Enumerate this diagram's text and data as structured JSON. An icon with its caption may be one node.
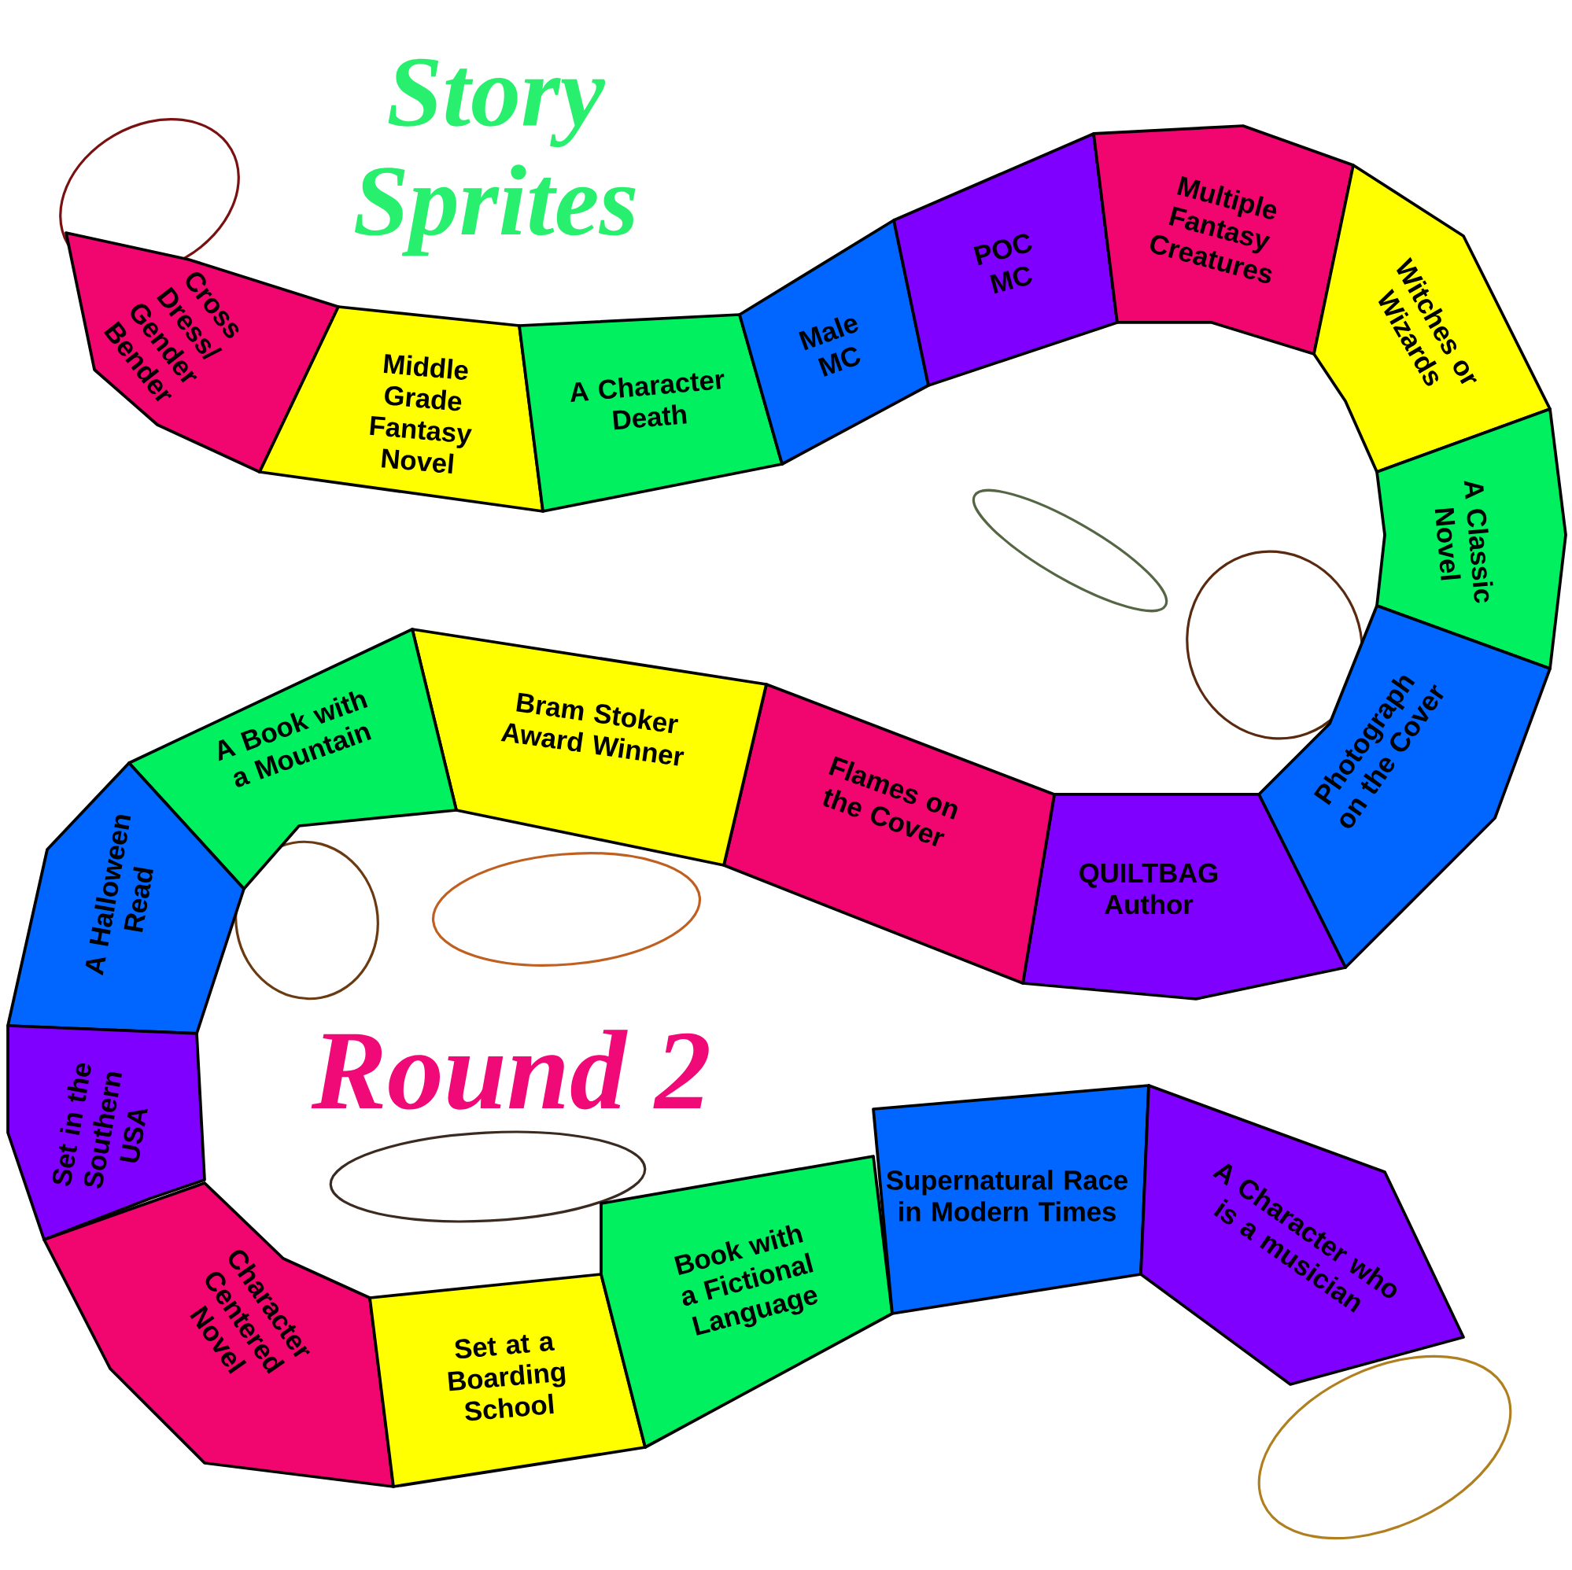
{
  "diagram": {
    "title": "Story Sprites",
    "nodes": [
      {
        "text": [
          "Cross Dress/ Gender Bender"
        ]
      },
      {
        "text": [
          "Middle Grade Fantasy Novel"
        ]
      },
      {
        "text": [
          "A Character Death"
        ]
      },
      {
        "text": [
          "Male MC"
        ]
      },
      {
        "text": [
          "POC MC"
        ]
      },
      {
        "text": [
          "Multiple Fantasy Creatures"
        ]
      },
      {
        "text": [
          "Witches or Wizards"
        ]
      },
      {
        "text": [
          "A Classic Novel"
        ]
      },
      {
        "text": [
          "Photograph on the Cover"
        ]
      },
      {
        "text": [
          "QUILTBAG Author"
        ]
      },
      {
        "text": [
          "Flames on the Cover"
        ]
      },
      {
        "text": [
          "Bram Stoker Award Winner"
        ]
      },
      {
        "text": [
          "A Book with a Mountain"
        ]
      },
      {
        "text": [
          "A Halloween Read"
        ]
      },
      {
        "text": [
          "Set in the Southern USA"
        ]
      },
      {
        "text": [
          "Character Centered Novel"
        ]
      },
      {
        "text": [
          "Set at a Boarding School"
        ]
      },
      {
        "text": [
          "Book with a Fictional Language"
        ]
      },
      {
        "text": [
          "Supernatural Race in Modern Times"
        ]
      },
      {
        "text": [
          "A Character who is a musician"
        ]
      }
    ],
    "labels": [
      "Round 2"
    ]
  }
}
